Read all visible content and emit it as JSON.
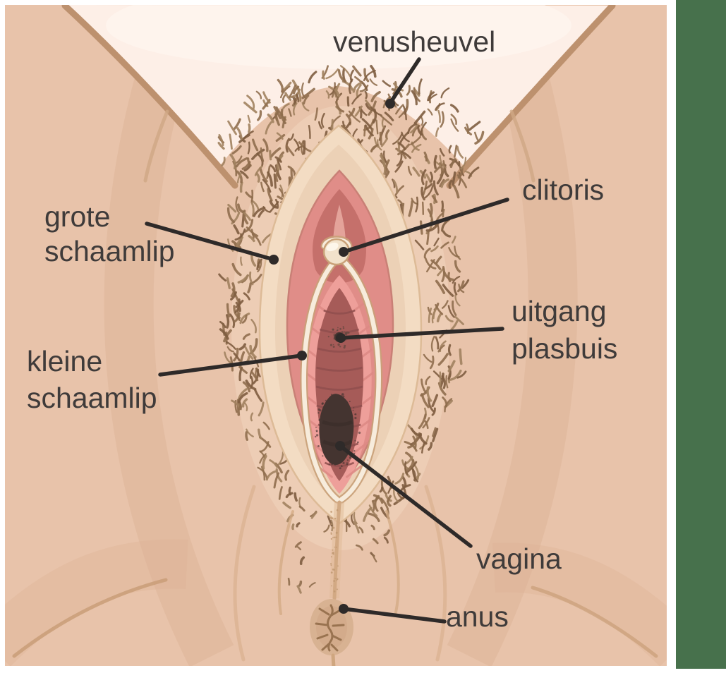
{
  "figure": {
    "labels": {
      "venusheuvel": "venusheuvel",
      "grote_schaamlip_line1": "grote",
      "grote_schaamlip_line2": "schaamlip",
      "clitoris": "clitoris",
      "uitgang_plasbuis_line1": "uitgang",
      "uitgang_plasbuis_line2": "plasbuis",
      "kleine_schaamlip_line1": "kleine",
      "kleine_schaamlip_line2": "schaamlip",
      "vagina": "vagina",
      "anus": "anus"
    },
    "palette": {
      "page_bg": "#ffffff",
      "accent_green": "#47714c",
      "skin": "#e8c3aa",
      "skin_light": "#f0d6be",
      "skin_shadow": "#dcb294",
      "crease": "#bd916e",
      "crease_soft": "#cfa784",
      "top_cream": "#fdefe7",
      "top_cream_highlight": "#fff7f1",
      "labia_outer_light": "#f3dcc3",
      "labia_outer_mid": "#ecd1b6",
      "pink_outer": "#e08d88",
      "pink_dark": "#c5706b",
      "ridge_light": "#e7a9a0",
      "inner_light_pink": "#ee9f9a",
      "striation": "#dd8a85",
      "inner_dark_red": "#a65b58",
      "rugae": "#8f4f4d",
      "opening_dark": "#443430",
      "stipple_dark": "#5f463d",
      "cream_band": "#f7ecdc",
      "band_edge_tan": "#c9a078",
      "glans_cream": "#f2e2cb",
      "hair_dark": "#7e5d40",
      "hair_mid": "#8f6e4e",
      "hair_light": "#a1825f",
      "raphe": "#cfa67f",
      "raphe_stipple": "#bf9771",
      "anus_fill": "#d8b292",
      "anus_lines": "#997350",
      "label_text": "#3f3b3a",
      "label_line": "#2e2a29"
    }
  }
}
